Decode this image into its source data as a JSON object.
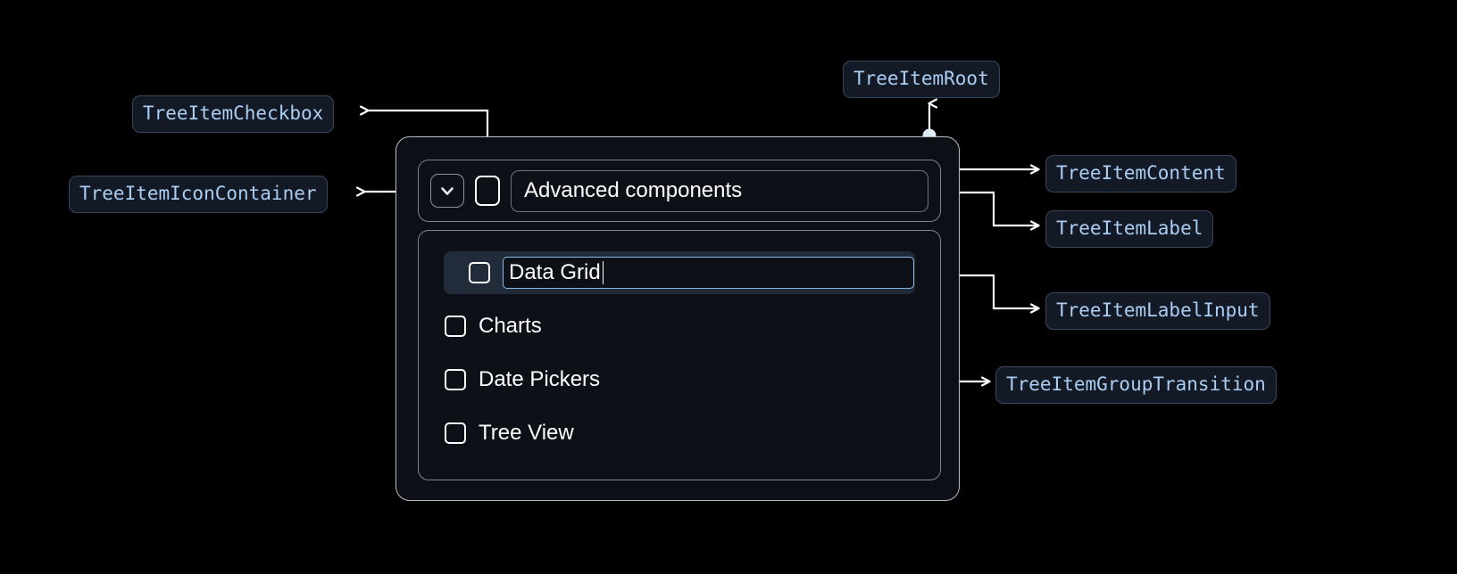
{
  "canvas": {
    "background": "#000000",
    "accent_blue": "#a9cdf3",
    "badge_bg": "#141a25",
    "badge_border": "#37485e",
    "connector_color": "#ffffff",
    "dot_color": "#dfeaf7",
    "input_focus_border": "#86bbe8",
    "selected_row_bg": "#222b39"
  },
  "annotations": [
    {
      "id": "tree-item-root",
      "label": "TreeItemRoot"
    },
    {
      "id": "tree-item-checkbox",
      "label": "TreeItemCheckbox"
    },
    {
      "id": "tree-item-icon-container",
      "label": "TreeItemIconContainer"
    },
    {
      "id": "tree-item-content",
      "label": "TreeItemContent"
    },
    {
      "id": "tree-item-label",
      "label": "TreeItemLabel"
    },
    {
      "id": "tree-item-label-input",
      "label": "TreeItemLabelInput"
    },
    {
      "id": "tree-item-group-transition",
      "label": "TreeItemGroupTransition"
    }
  ],
  "tree": {
    "root": {
      "label": "Advanced components",
      "expanded": true,
      "checkbox_checked": false,
      "expand_icon": "chevron-down-icon"
    },
    "children": [
      {
        "label": "Data Grid",
        "checked": false,
        "editing": true,
        "selected": true
      },
      {
        "label": "Charts",
        "checked": false,
        "editing": false,
        "selected": false
      },
      {
        "label": "Date Pickers",
        "checked": false,
        "editing": false,
        "selected": false
      },
      {
        "label": "Tree View",
        "checked": false,
        "editing": false,
        "selected": false
      }
    ],
    "editing_input_value": "Data Grid"
  }
}
